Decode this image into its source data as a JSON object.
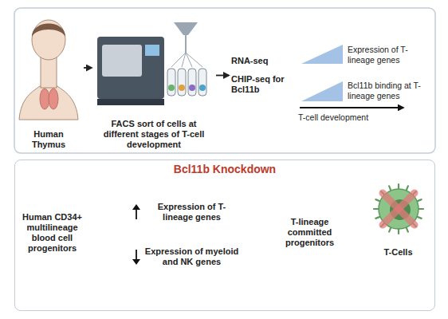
{
  "diagram": {
    "nodes": [
      {
        "text": [
          "Human Thymus"
        ]
      },
      {
        "text": [
          "FACS sort of cells at different stages of T-cell development"
        ]
      },
      {
        "text": [
          "RNA-seq",
          "CHIP-seq for Bcl11b"
        ]
      },
      {
        "text": [
          "Bcl11b Knockdown"
        ]
      },
      {
        "text": [
          "Human CD34+ multilineage blood cell progenitors"
        ],
        "in": 3
      },
      {
        "text": [
          "Expression of T-lineage genes"
        ],
        "in": 3
      },
      {
        "text": [
          "Expression of myeloid and NK genes"
        ],
        "in": 3
      },
      {
        "text": [
          "T-lineage committed progenitors"
        ],
        "in": 3
      },
      {
        "text": [
          "T-Cells"
        ],
        "in": 3
      }
    ],
    "edges": [
      {
        "from": 0,
        "to": 1,
        "arrow": "to"
      },
      {
        "from": 1,
        "to": 2,
        "arrow": "to"
      },
      {
        "from": 4,
        "to": 5,
        "arrow": "to"
      },
      {
        "from": 4,
        "to": 6,
        "arrow": "to"
      },
      {
        "from": 7,
        "to": 8,
        "arrow": "to"
      }
    ],
    "labels": [
      "Expression of T-lineage genes",
      "Bcl11b binding at T-lineage genes",
      "T-cell development"
    ]
  }
}
